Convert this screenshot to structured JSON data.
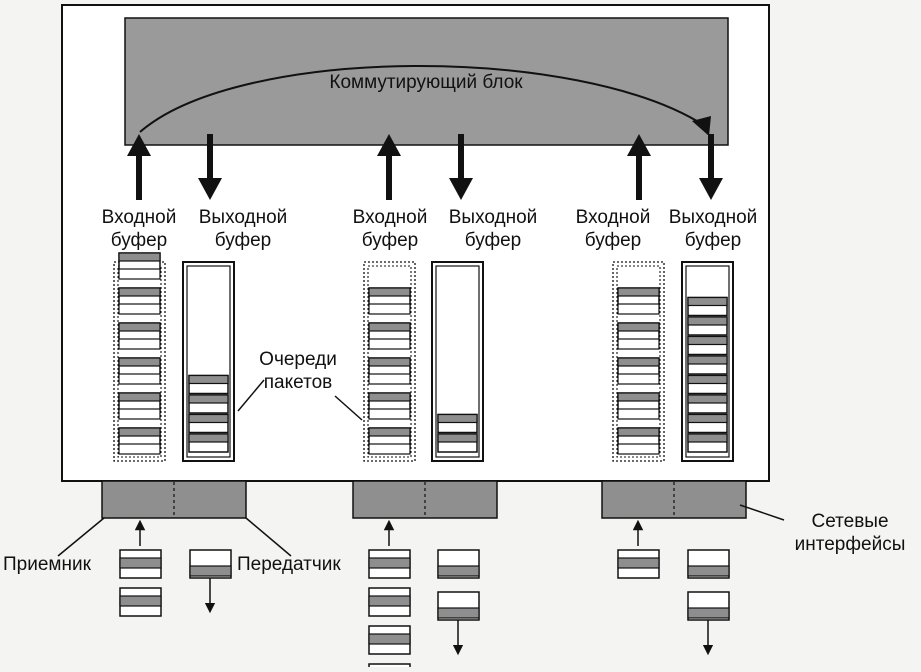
{
  "title": "Коммутирующий блок",
  "ports": [
    {
      "input_label": [
        "Входной",
        "буфер"
      ],
      "output_label": [
        "Выходной",
        "буфер"
      ],
      "input_queue_packets": 6,
      "output_queue_packets": 4,
      "rx_packets": 2,
      "tx_packets": 1
    },
    {
      "input_label": [
        "Входной",
        "буфер"
      ],
      "output_label": [
        "Выходной",
        "буфер"
      ],
      "input_queue_packets": 5,
      "output_queue_packets": 2,
      "rx_packets": 4,
      "tx_packets": 2
    },
    {
      "input_label": [
        "Входной",
        "буфер"
      ],
      "output_label": [
        "Выходной",
        "буфер"
      ],
      "input_queue_packets": 5,
      "output_queue_packets": 8,
      "rx_packets": 1,
      "tx_packets": 2
    }
  ],
  "annotations": {
    "packet_queues": [
      "Очереди",
      "пакетов"
    ],
    "receiver": "Приемник",
    "transmitter": "Передатчик",
    "network_interfaces": [
      "Сетевые",
      "интерфейсы"
    ]
  },
  "colors": {
    "switch_fill": "#9a9a9a",
    "packet_header": "#8e8e8e",
    "interface_fill": "#8f8f8f",
    "frame_fill": "#ffffff",
    "stroke": "#111111"
  }
}
